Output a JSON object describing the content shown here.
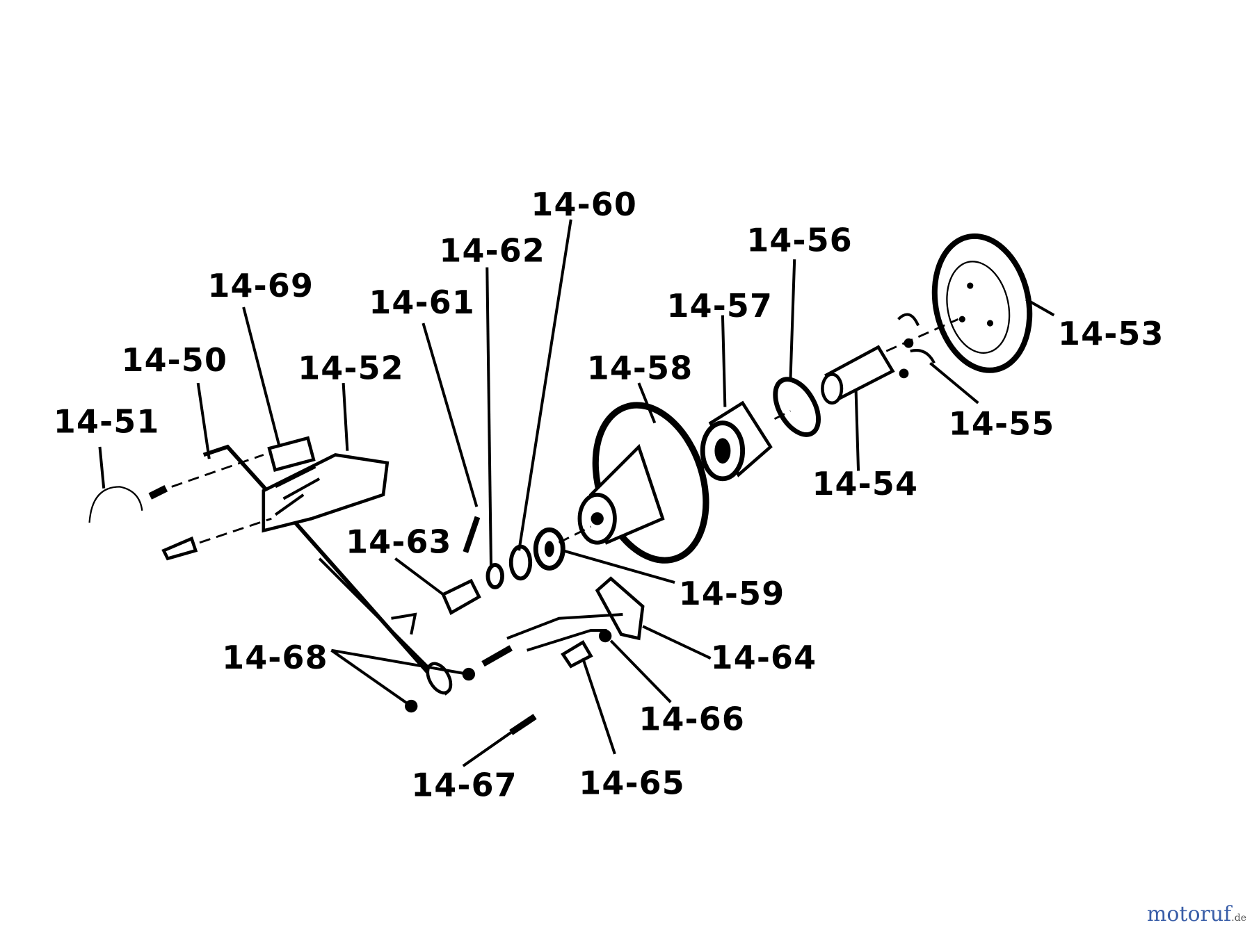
{
  "diagram": {
    "type": "exploded-parts-diagram",
    "labels": [
      {
        "id": "14-50",
        "text": "14-50"
      },
      {
        "id": "14-51",
        "text": "14-51"
      },
      {
        "id": "14-52",
        "text": "14-52"
      },
      {
        "id": "14-53",
        "text": "14-53"
      },
      {
        "id": "14-54",
        "text": "14-54"
      },
      {
        "id": "14-55",
        "text": "14-55"
      },
      {
        "id": "14-56",
        "text": "14-56"
      },
      {
        "id": "14-57",
        "text": "14-57"
      },
      {
        "id": "14-58",
        "text": "14-58"
      },
      {
        "id": "14-59",
        "text": "14-59"
      },
      {
        "id": "14-60",
        "text": "14-60"
      },
      {
        "id": "14-61",
        "text": "14-61"
      },
      {
        "id": "14-62",
        "text": "14-62"
      },
      {
        "id": "14-63",
        "text": "14-63"
      },
      {
        "id": "14-64",
        "text": "14-64"
      },
      {
        "id": "14-65",
        "text": "14-65"
      },
      {
        "id": "14-66",
        "text": "14-66"
      },
      {
        "id": "14-67",
        "text": "14-67"
      },
      {
        "id": "14-68",
        "text": "14-68"
      },
      {
        "id": "14-69",
        "text": "14-69"
      }
    ]
  },
  "watermark": {
    "brand": "motoruf",
    "tld": ".de"
  }
}
